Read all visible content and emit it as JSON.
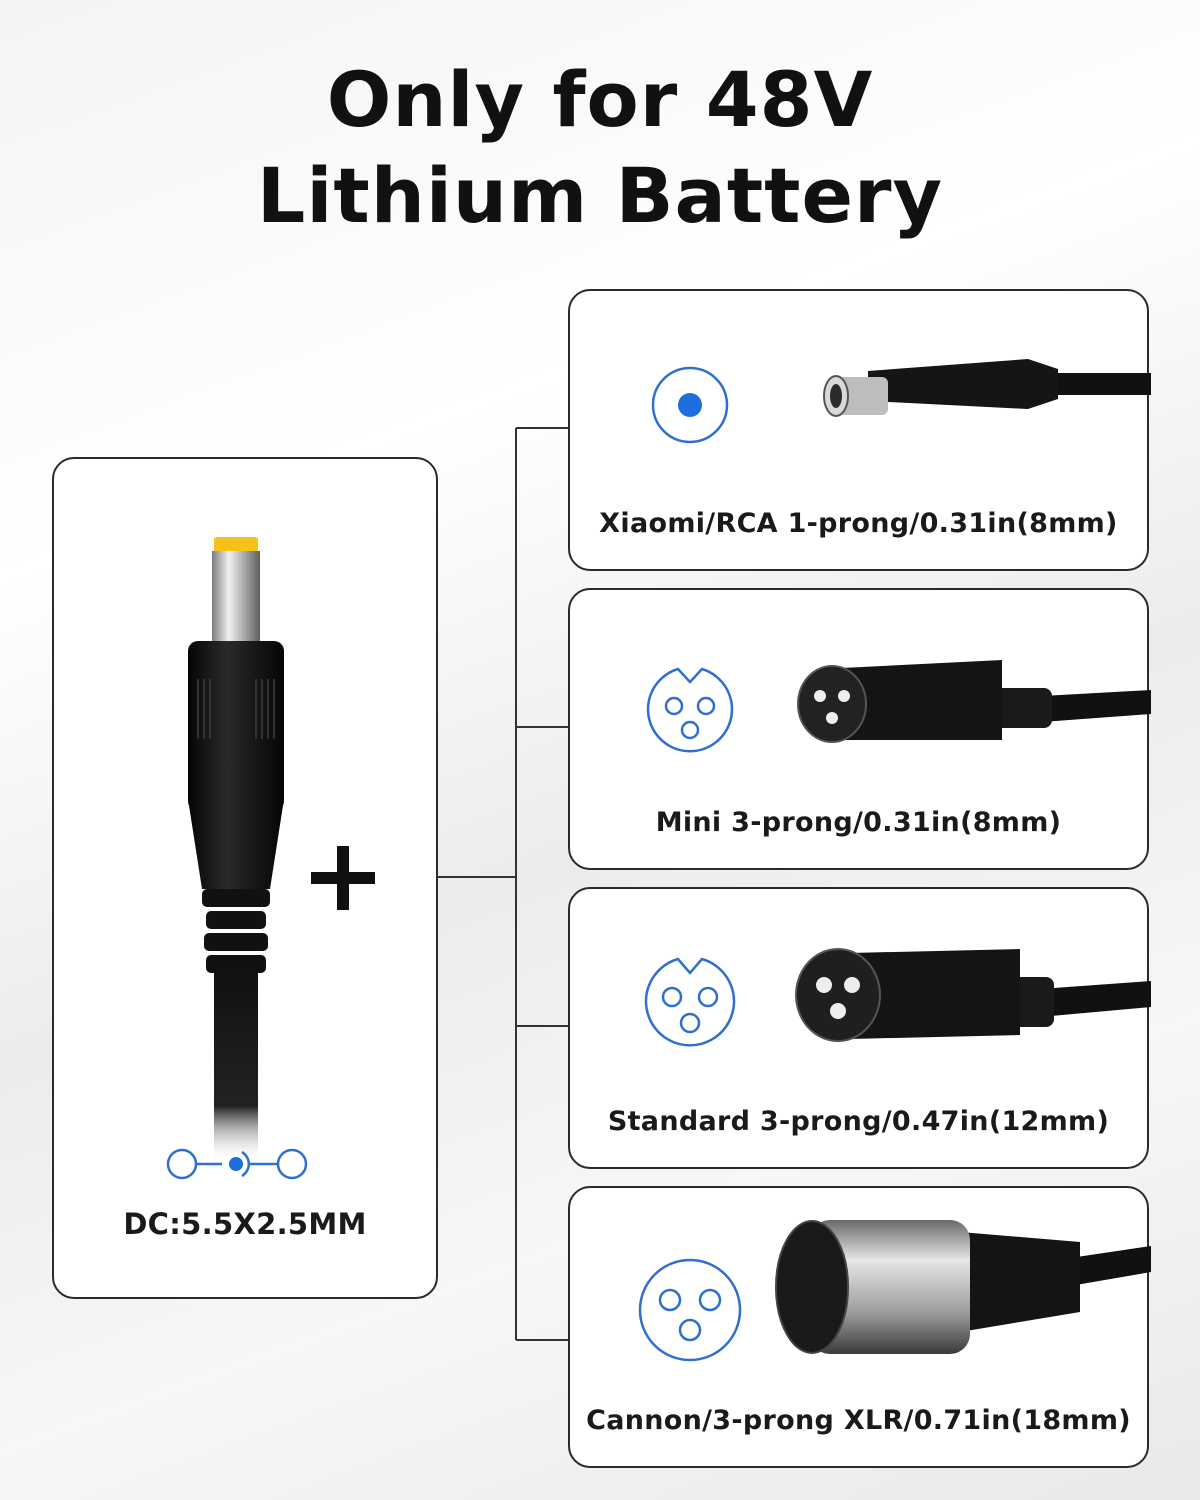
{
  "title": {
    "line1": "Only for 48V",
    "line2": "Lithium Battery"
  },
  "source": {
    "label": "DC:5.5X2.5MM",
    "plug_icon": "barrel-plug-icon",
    "polarity_icon": "polarity-icon",
    "plus_icon": "plus-icon"
  },
  "connectors": [
    {
      "label": "Xiaomi/RCA 1-prong/0.31in(8mm)",
      "icon": "one-pin-icon"
    },
    {
      "label": "Mini 3-prong/0.31in(8mm)",
      "icon": "mini-three-pin-icon"
    },
    {
      "label": "Standard 3-prong/0.47in(12mm)",
      "icon": "standard-three-pin-icon"
    },
    {
      "label": "Cannon/3-prong XLR/0.71in(18mm)",
      "icon": "xlr-three-pin-icon"
    }
  ],
  "colors": {
    "accent_blue": "#1d6fe0",
    "outline_blue": "#2e6fd0",
    "plug_black": "#141414",
    "tip_yellow": "#f5c21b",
    "border": "#2a2a2a"
  }
}
